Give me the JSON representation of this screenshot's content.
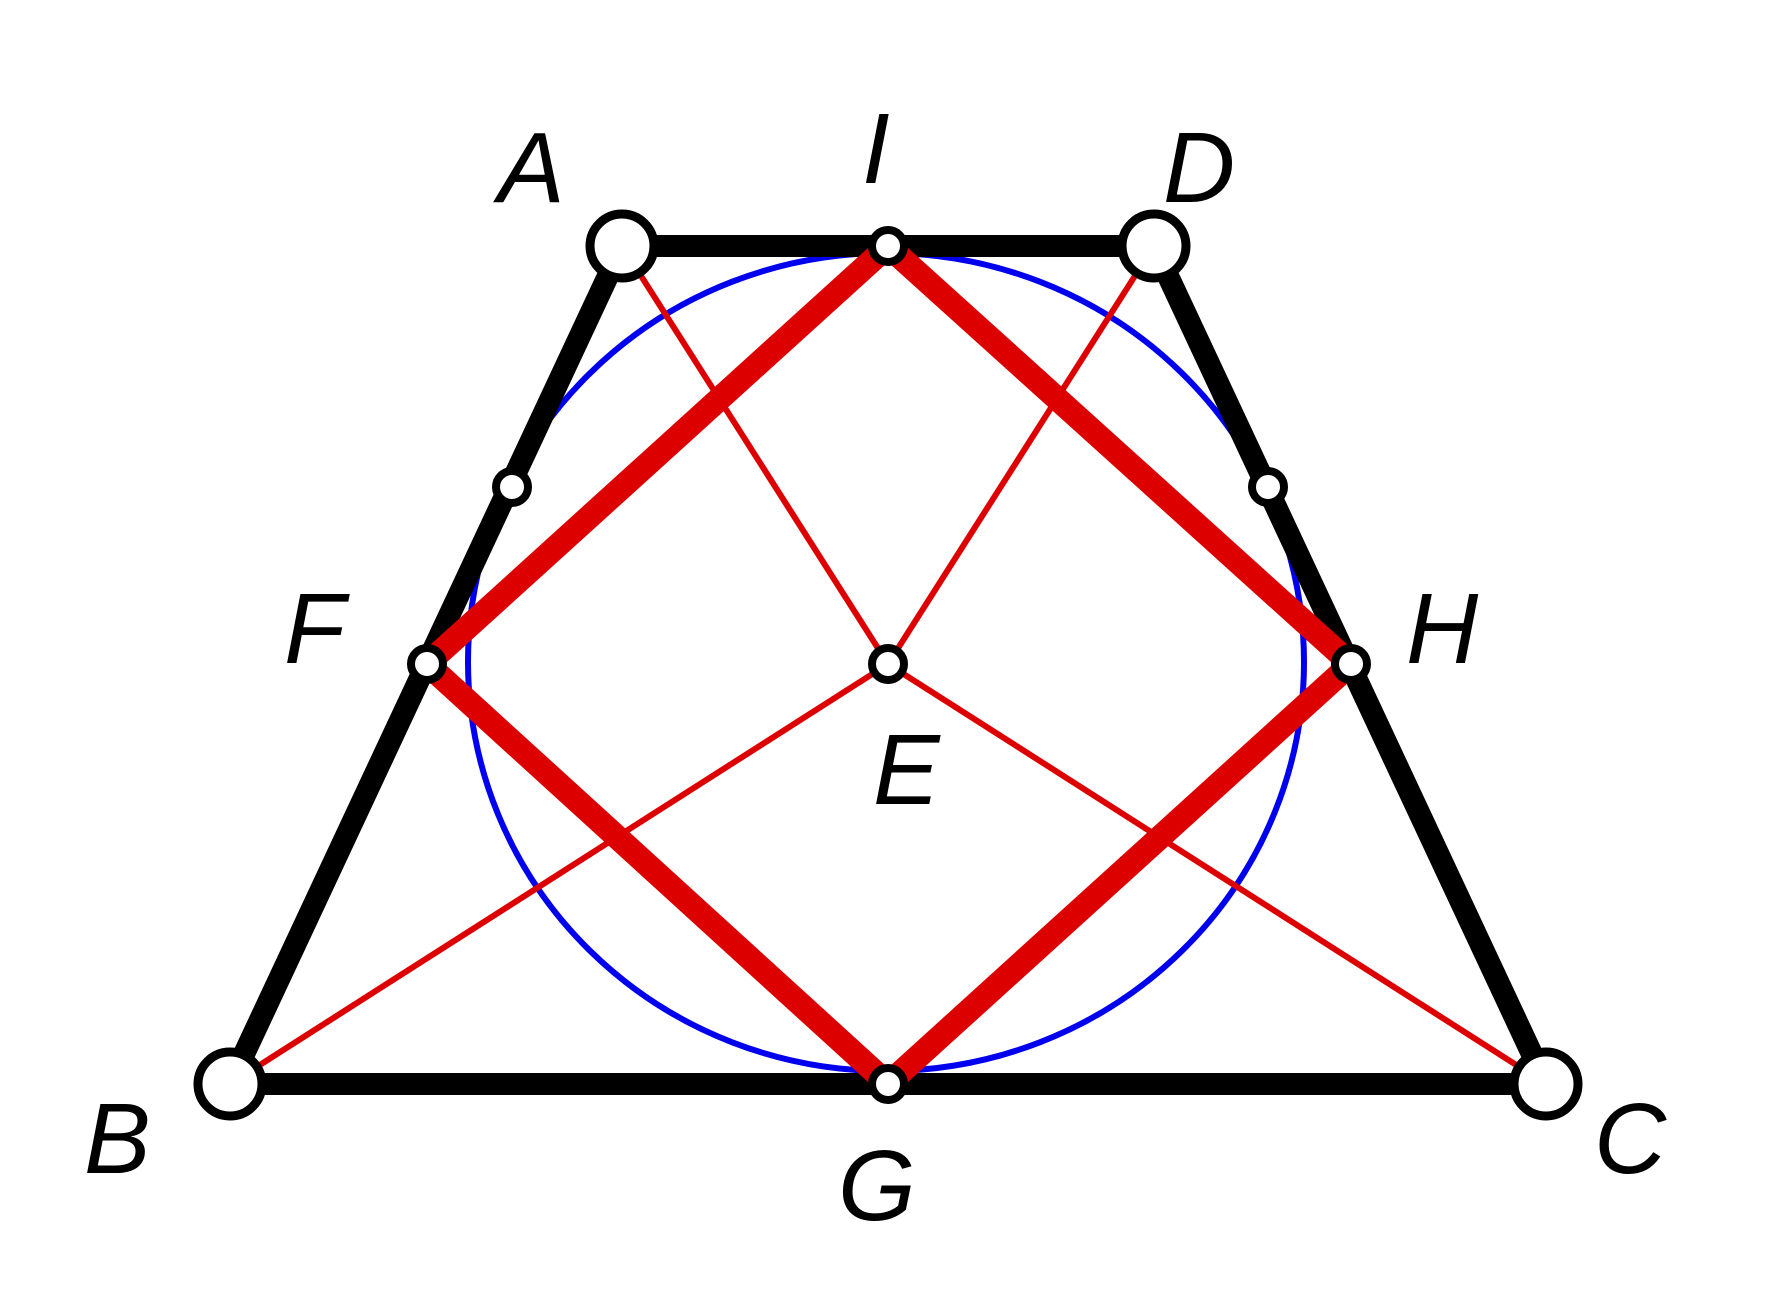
{
  "labels": {
    "A": "A",
    "B": "B",
    "C": "C",
    "D": "D",
    "E": "E",
    "F": "F",
    "G": "G",
    "H": "H",
    "I": "I"
  },
  "colors": {
    "trapezoid": "#000000",
    "rhombus": "#dd0000",
    "diagonals": "#dd0000",
    "incircle": "#0000ee",
    "point_fill": "#ffffff"
  }
}
